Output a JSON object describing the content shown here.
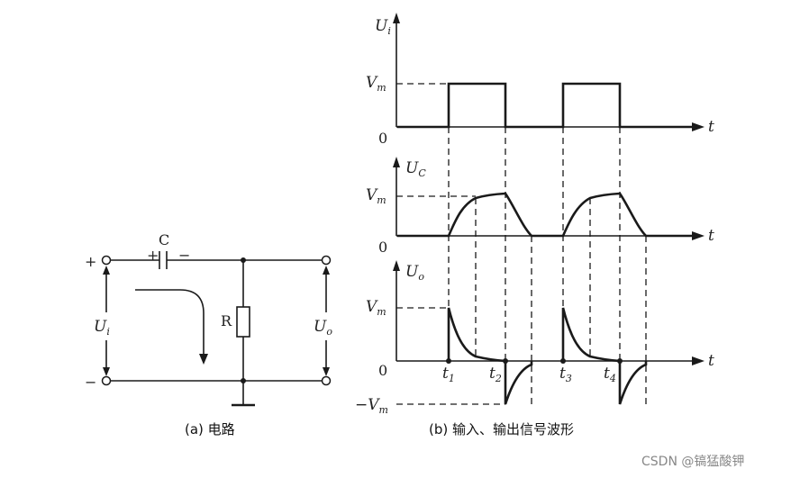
{
  "circuit": {
    "cap_label": "C",
    "plus_sign": "+",
    "minus_sign": "−",
    "cap_plus": "+",
    "cap_minus": "−",
    "res_label": "R",
    "in_U": "U",
    "in_sub": "i",
    "out_U": "U",
    "out_sub": "o",
    "caption": "(a)  电路"
  },
  "waveforms": {
    "t_label": "t",
    "zero_label": "0",
    "ui": {
      "U": "U",
      "sub": "i",
      "vm_V": "V",
      "vm_sub": "m"
    },
    "uc": {
      "U": "U",
      "sub": "C",
      "vm_V": "V",
      "vm_sub": "m"
    },
    "uo": {
      "U": "U",
      "sub": "o",
      "vm_V": "V",
      "vm_sub": "m",
      "neg_prefix": "−",
      "neg_V": "V",
      "neg_sub": "m"
    },
    "times": [
      {
        "t": "t",
        "sub": "1"
      },
      {
        "t": "t",
        "sub": "2"
      },
      {
        "t": "t",
        "sub": "3"
      },
      {
        "t": "t",
        "sub": "4"
      }
    ],
    "caption": "(b)  输入、输出信号波形"
  },
  "watermark": "CSDN @镐猛酸钾"
}
